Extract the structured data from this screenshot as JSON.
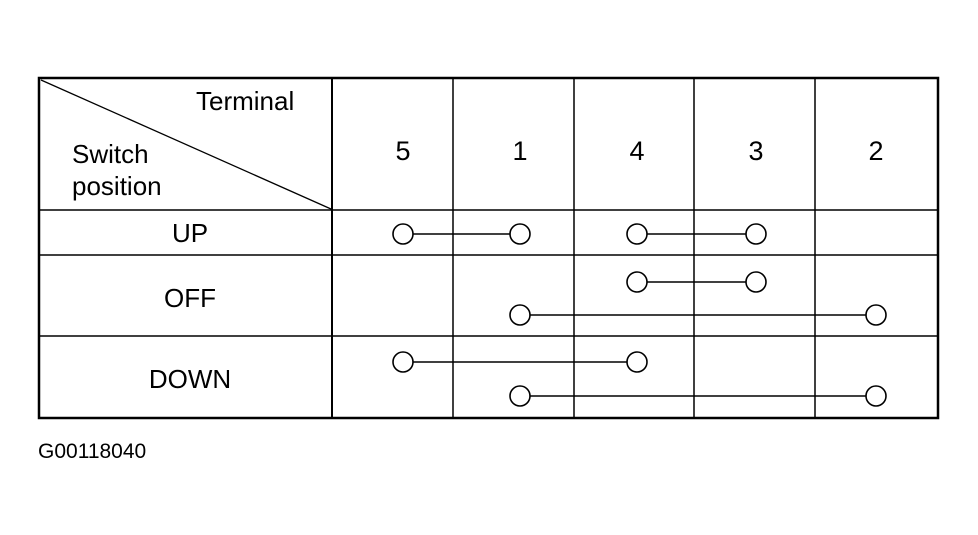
{
  "header": {
    "terminal_label": "Terminal",
    "switch_label_line1": "Switch",
    "switch_label_line2": "position"
  },
  "terminals": [
    "5",
    "1",
    "4",
    "3",
    "2"
  ],
  "positions": [
    {
      "label": "UP",
      "connections": [
        {
          "from": "5",
          "to": "1",
          "track": 0
        },
        {
          "from": "4",
          "to": "3",
          "track": 0
        }
      ]
    },
    {
      "label": "OFF",
      "connections": [
        {
          "from": "4",
          "to": "3",
          "track": 0
        },
        {
          "from": "1",
          "to": "2",
          "track": 1
        }
      ]
    },
    {
      "label": "DOWN",
      "connections": [
        {
          "from": "5",
          "to": "4",
          "track": 0
        },
        {
          "from": "1",
          "to": "2",
          "track": 1
        }
      ]
    }
  ],
  "figure_id": "G00118040"
}
